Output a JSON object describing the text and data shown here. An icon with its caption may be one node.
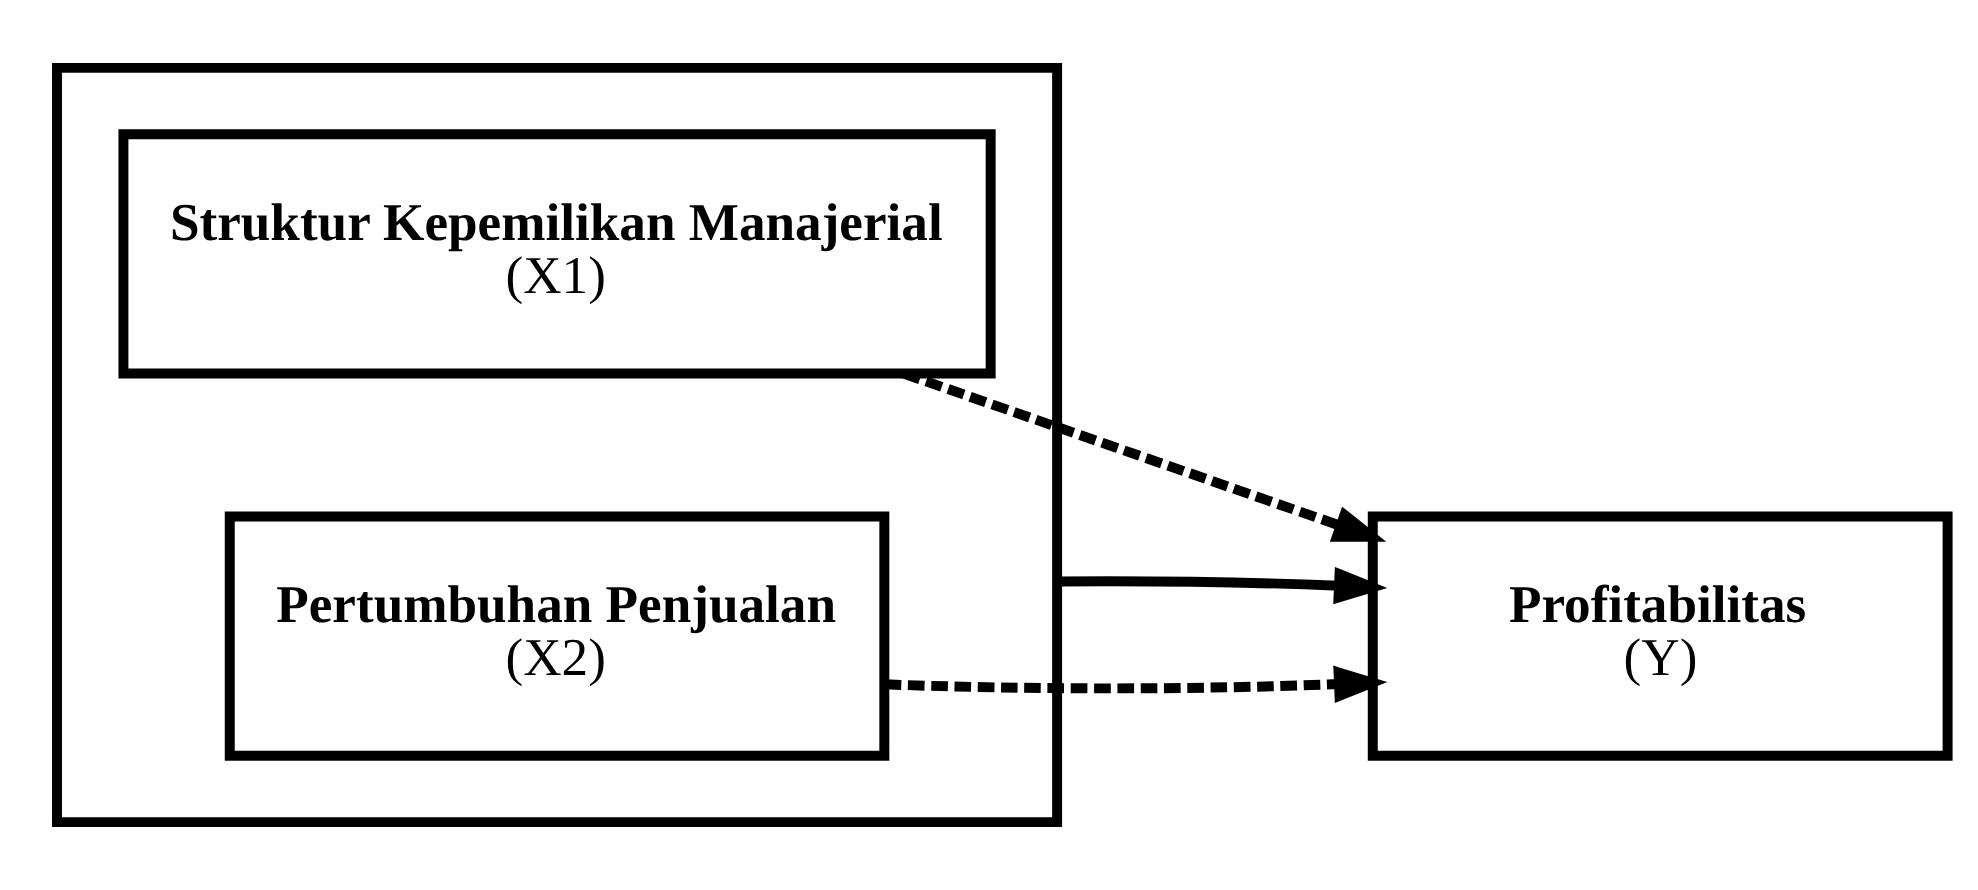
{
  "diagram": {
    "nodes": [
      {
        "text": [],
        "shape": "box"
      },
      {
        "text": [
          "Struktur Kepemilikan Manajerial",
          "(X1)"
        ],
        "in": 0
      },
      {
        "text": [
          "Pertumbuhan Penjualan",
          "(X2)"
        ],
        "in": 0
      },
      {
        "text": [
          "Profitabilitas",
          "(Y)"
        ]
      }
    ],
    "edges": [
      {
        "from": 1,
        "to": 3,
        "arrow": "to",
        "style": "dashed"
      },
      {
        "from": 2,
        "to": 3,
        "arrow": "to",
        "style": "dashed"
      },
      {
        "from": 0,
        "to": 3,
        "arrow": "to"
      }
    ]
  }
}
